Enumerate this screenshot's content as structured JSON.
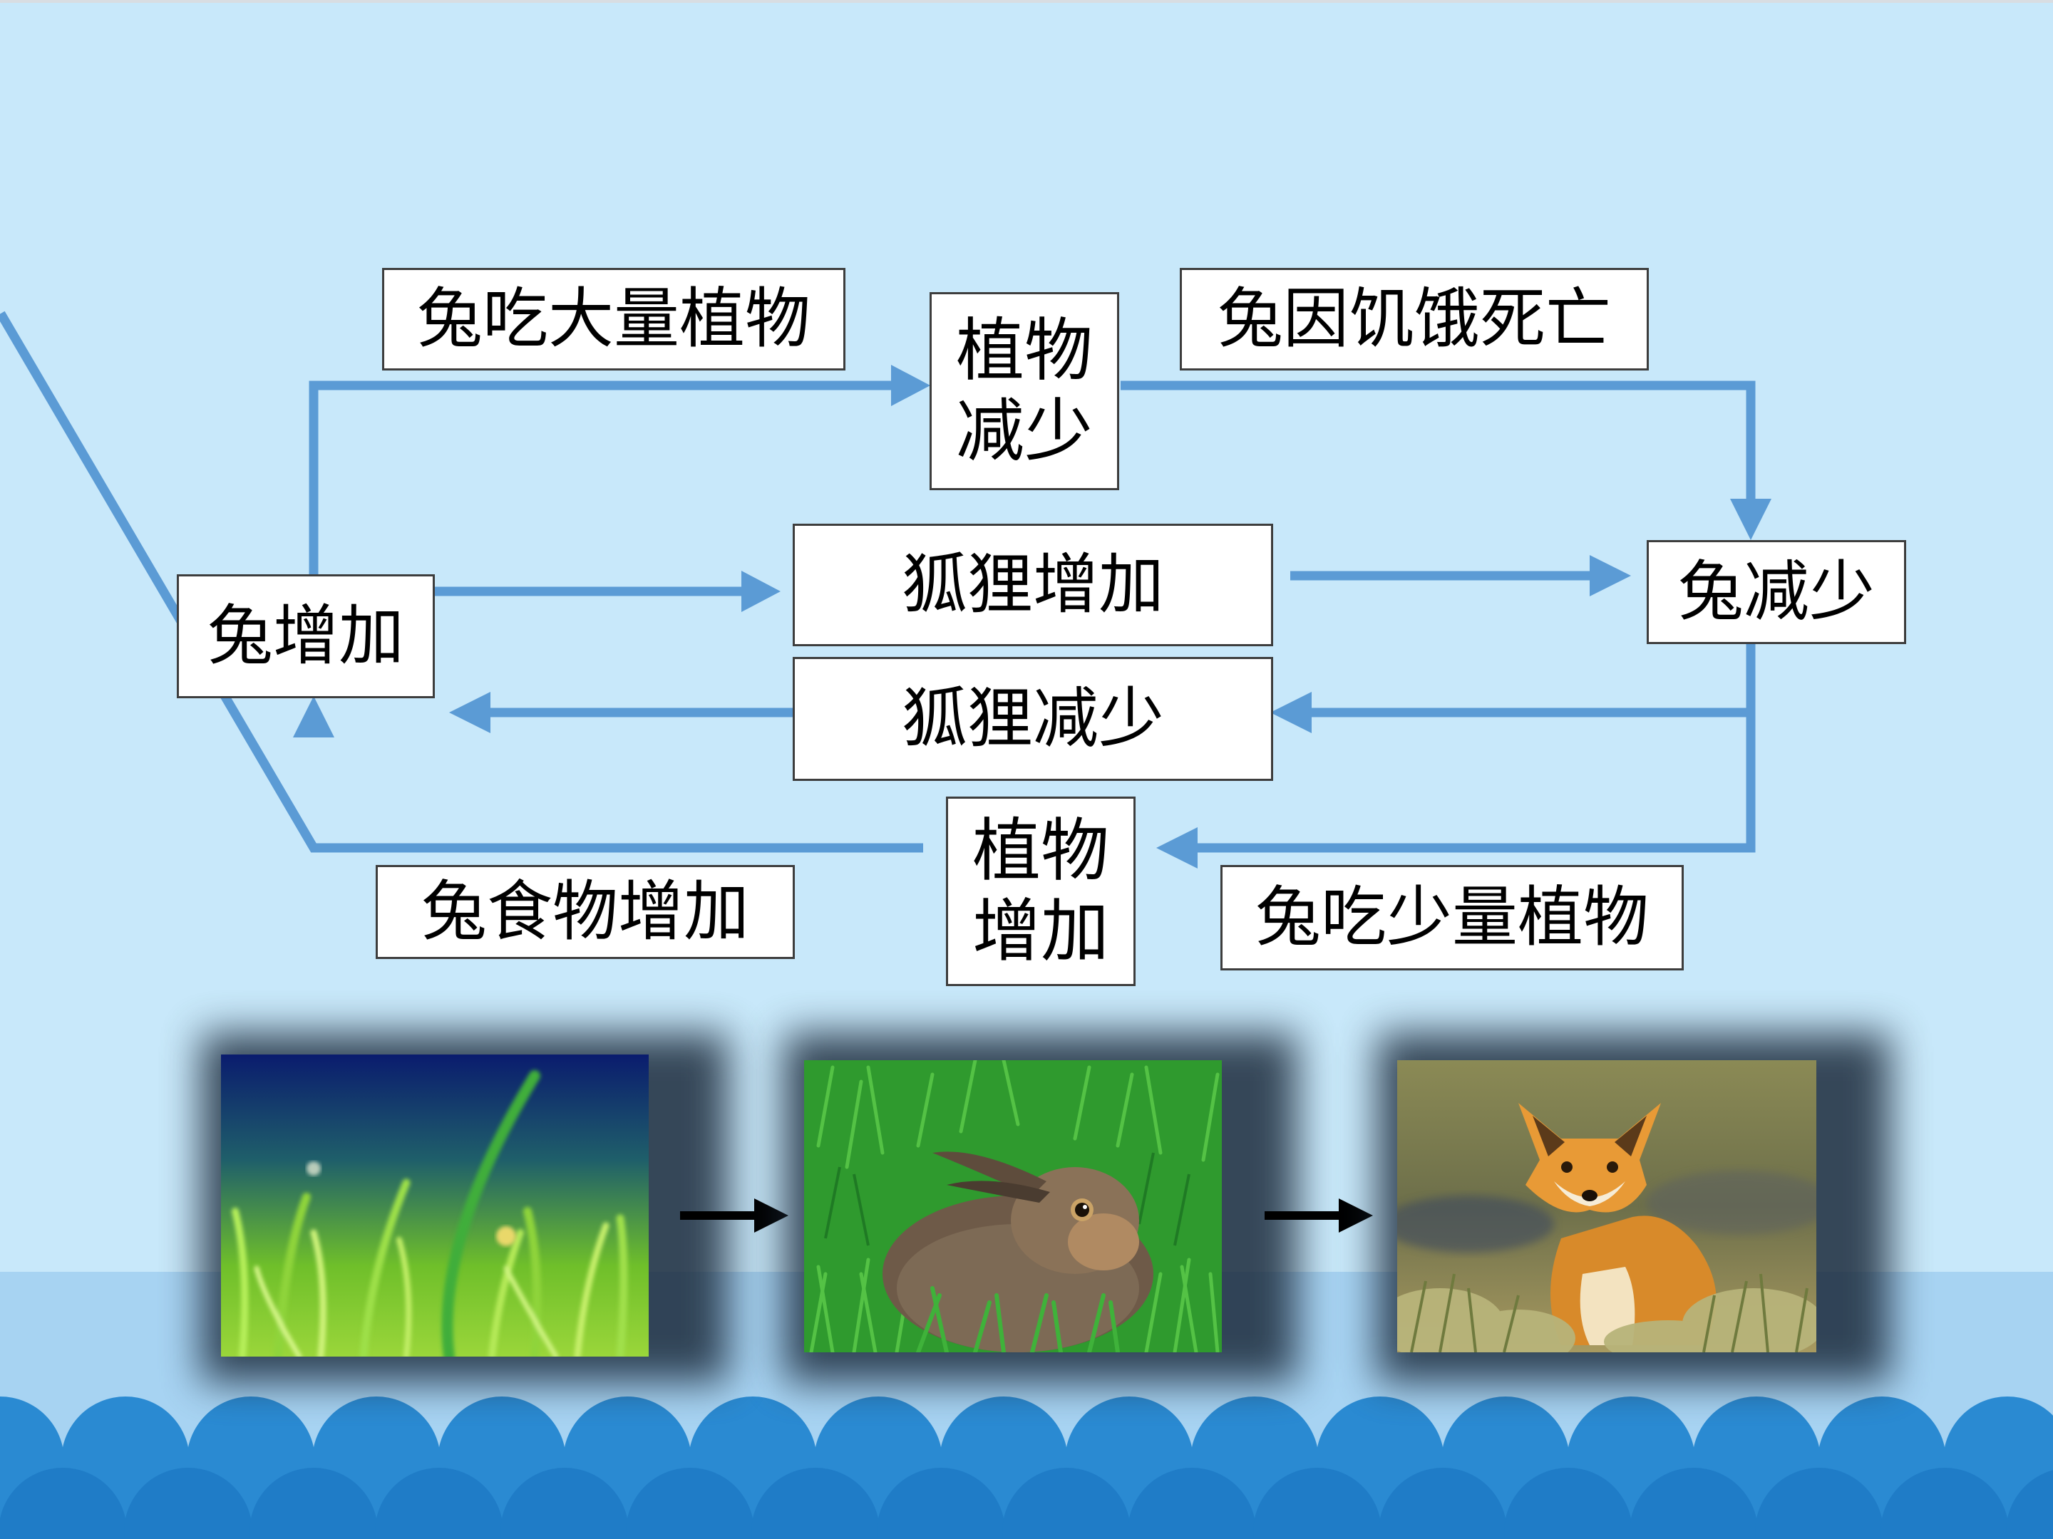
{
  "nodes": {
    "rabbit_increase": "兔增加",
    "plants_decrease": [
      "植物",
      "减少"
    ],
    "rabbit_decrease": "兔减少",
    "fox_increase": "狐狸增加",
    "fox_decrease": "狐狸减少",
    "plants_increase": [
      "植物",
      "增加"
    ]
  },
  "edge_labels": {
    "rabbit_eats_much": "兔吃大量植物",
    "rabbit_starve": "兔因饥饿死亡",
    "rabbit_food_increase": "兔食物增加",
    "rabbit_eats_little": "兔吃少量植物"
  },
  "photos": [
    "grass-photo",
    "hare-photo",
    "fox-photo"
  ],
  "colors": {
    "arrow": "#5b9bd5",
    "background": "#c8e8fa",
    "band": "#a7d3f2",
    "waves": "#2a8ad2"
  }
}
